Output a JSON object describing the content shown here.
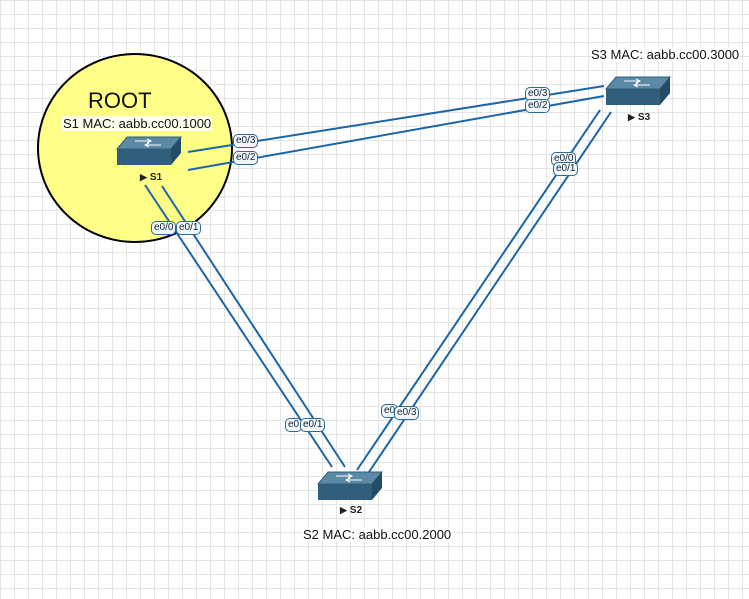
{
  "root": {
    "label": "ROOT"
  },
  "devices": [
    {
      "id": "s1",
      "name": "S1",
      "mac_label": "S1 MAC: aabb.cc00.1000"
    },
    {
      "id": "s2",
      "name": "S2",
      "mac_label": "S2 MAC: aabb.cc00.2000"
    },
    {
      "id": "s3",
      "name": "S3",
      "mac_label": "S3 MAC: aabb.cc00.3000"
    }
  ],
  "ports": {
    "s1_e03": "e0/3",
    "s1_e02": "e0/2",
    "s1_e00": "e0/0",
    "s1_e01": "e0/1",
    "s3_e03": "e0/3",
    "s3_e02": "e0/2",
    "s3_e00": "e0/0",
    "s3_e01": "e0/1",
    "s2_e00": "e0",
    "s2_e01": "e0/1",
    "s2_e02": "e0",
    "s2_e03": "e0/3"
  },
  "colors": {
    "link": "#1a66a8",
    "root_fill": "#ffff88",
    "switch_top": "#5a8aa6",
    "switch_front": "#2f5f7c"
  }
}
